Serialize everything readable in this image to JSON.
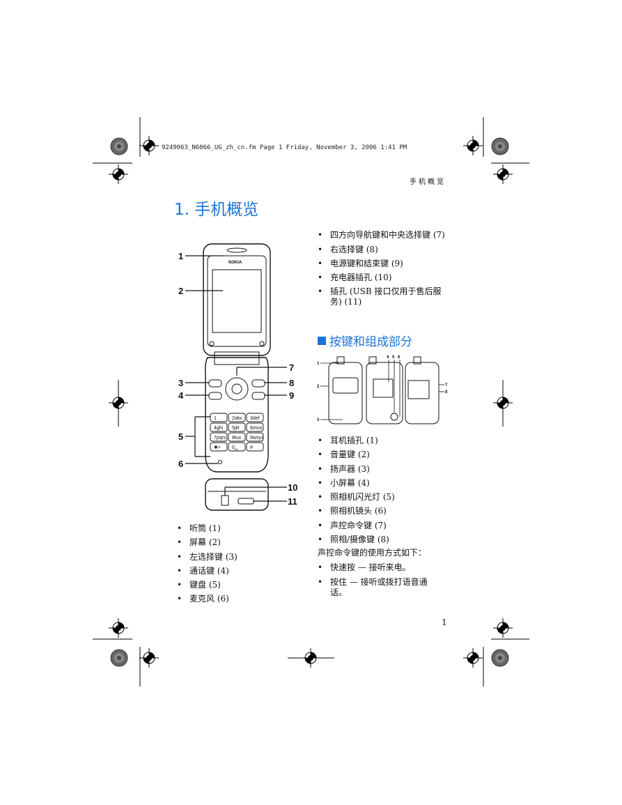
{
  "header": {
    "slug": "9249063_N6066_UG_zh_cn.fm  Page 1  Friday, November 3, 2006  1:41 PM",
    "running_head": "手机概览"
  },
  "chapter": {
    "title": "1.  手机概览"
  },
  "phone_figure": {
    "brand": "NOKIA",
    "callouts": [
      "1",
      "2",
      "3",
      "4",
      "5",
      "6",
      "7",
      "8",
      "9",
      "10",
      "11"
    ],
    "keys": [
      "1",
      "2abc",
      "3def",
      "4ghi",
      "5jkl",
      "6mno",
      "7pqrs",
      "8tuv",
      "9wxyz",
      "✱+",
      "0␣",
      "#"
    ]
  },
  "left_list": [
    "听筒 (1)",
    "屏幕 (2)",
    "左选择键 (3)",
    "通话键 (4)",
    "键盘 (5)",
    "麦克风 (6)"
  ],
  "right_list_top": [
    "四方向导航键和中央选择键 (7)",
    "右选择键 (8)",
    "电源键和结束键 (9)",
    "充电器插孔 (10)",
    "插孔 (USB 接口仅用于售后服务) (11)"
  ],
  "section": {
    "title": "按键和组成部分"
  },
  "closed_figure": {
    "callouts": [
      "1",
      "2",
      "3",
      "4",
      "5",
      "6",
      "7",
      "8"
    ]
  },
  "right_list_bottom": [
    "耳机插孔 (1)",
    "音量键 (2)",
    "扬声器 (3)",
    "小屏幕 (4)",
    "照相机闪光灯 (5)",
    "照相机镜头 (6)",
    "声控命令键 (7)",
    "照相/摄像键 (8)"
  ],
  "voice_intro": "声控命令键的使用方式如下：",
  "voice_list": [
    "快速按 — 接听来电。",
    "按住 — 接听或拨打语音通话。"
  ],
  "page_number": "1"
}
